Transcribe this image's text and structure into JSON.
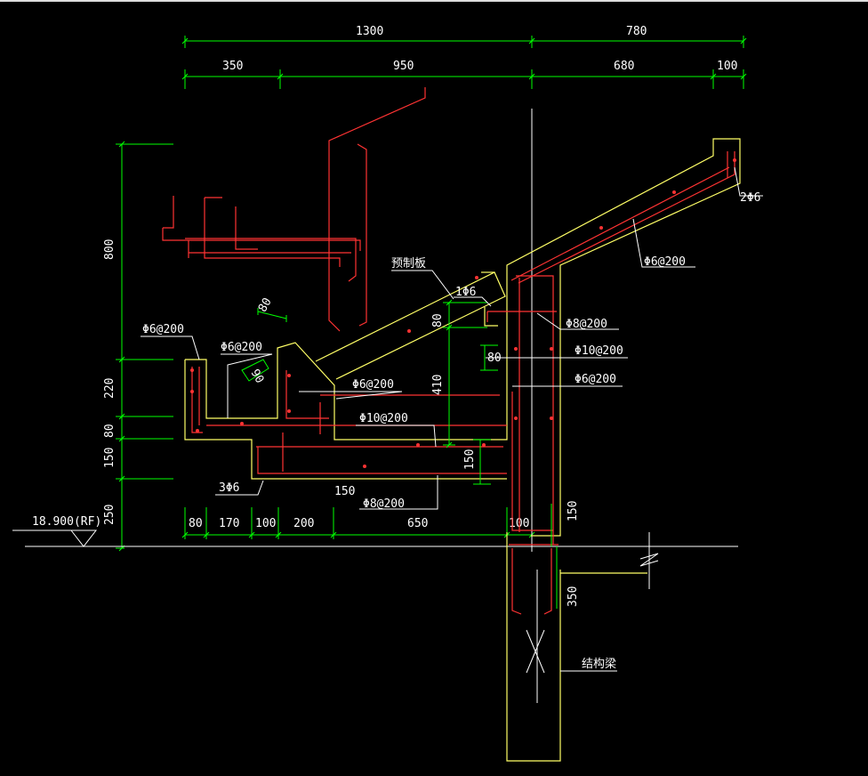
{
  "colors": {
    "background": "#000000",
    "dimension": "#00ff00",
    "outline": "#ffff66",
    "rebar": "#ff3333",
    "text": "#ffffff"
  },
  "dims_top": {
    "d1300": "1300",
    "d780": "780",
    "d350": "350",
    "d950": "950",
    "d680": "680",
    "d100": "100"
  },
  "dims_left": {
    "d800": "800",
    "d220": "220",
    "d80": "80",
    "d150": "150",
    "d250": "250"
  },
  "dims_bottom": {
    "d80": "80",
    "d170": "170",
    "d100a": "100",
    "d200": "200",
    "d650": "650",
    "d100b": "100"
  },
  "dims_inner": {
    "d80_top": "80",
    "d80_slab": "80",
    "d410": "410",
    "d80_side": "80",
    "d150_mid": "150",
    "d150_lower": "150",
    "d150_col": "150",
    "d350": "350",
    "d90": "90"
  },
  "labels": {
    "rebar_2phi6": "2Φ6",
    "rebar_phi6_200_slope": "Φ6@200",
    "precast_slab": "预制板",
    "rebar_1phi6": "1Φ6",
    "rebar_phi8_200_upper": "Φ8@200",
    "rebar_phi10_200_right": "Φ10@200",
    "rebar_phi6_200_right": "Φ6@200",
    "rebar_phi6_200_left": "Φ6@200",
    "rebar_phi6_200_gutter": "Φ6@200",
    "rebar_phi6_200_mid": "Φ6@200",
    "rebar_phi10_200_mid": "Φ10@200",
    "rebar_3phi6": "3Φ6",
    "rebar_phi8_200_lower": "Φ8@200",
    "elevation": "18.900(RF)",
    "structural_beam": "结构梁"
  }
}
